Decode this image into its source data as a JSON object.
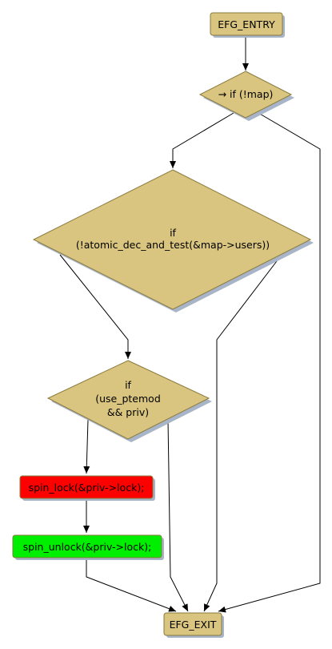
{
  "nodes": {
    "entry": {
      "label": "EFG_ENTRY"
    },
    "if_map": {
      "label": "→ if (!map)"
    },
    "if_atomic": {
      "line1": "if",
      "line2": "(!atomic_dec_and_test(&map->users))"
    },
    "if_ptemod": {
      "line1": "if",
      "line2": "(use_ptemod",
      "line3": "&& priv)"
    },
    "spin_lock": {
      "label": "spin_lock(&priv->lock);"
    },
    "spin_unlock": {
      "label": "spin_unlock(&priv->lock);"
    },
    "exit": {
      "label": "EFG_EXIT"
    }
  },
  "colors": {
    "node_fill": "#d9c57f",
    "node_border": "#8a7a3e",
    "shadow": "#a8b4c8",
    "spin_lock_fill": "#ff0000",
    "spin_unlock_fill": "#00ee00",
    "edge": "#000000"
  }
}
